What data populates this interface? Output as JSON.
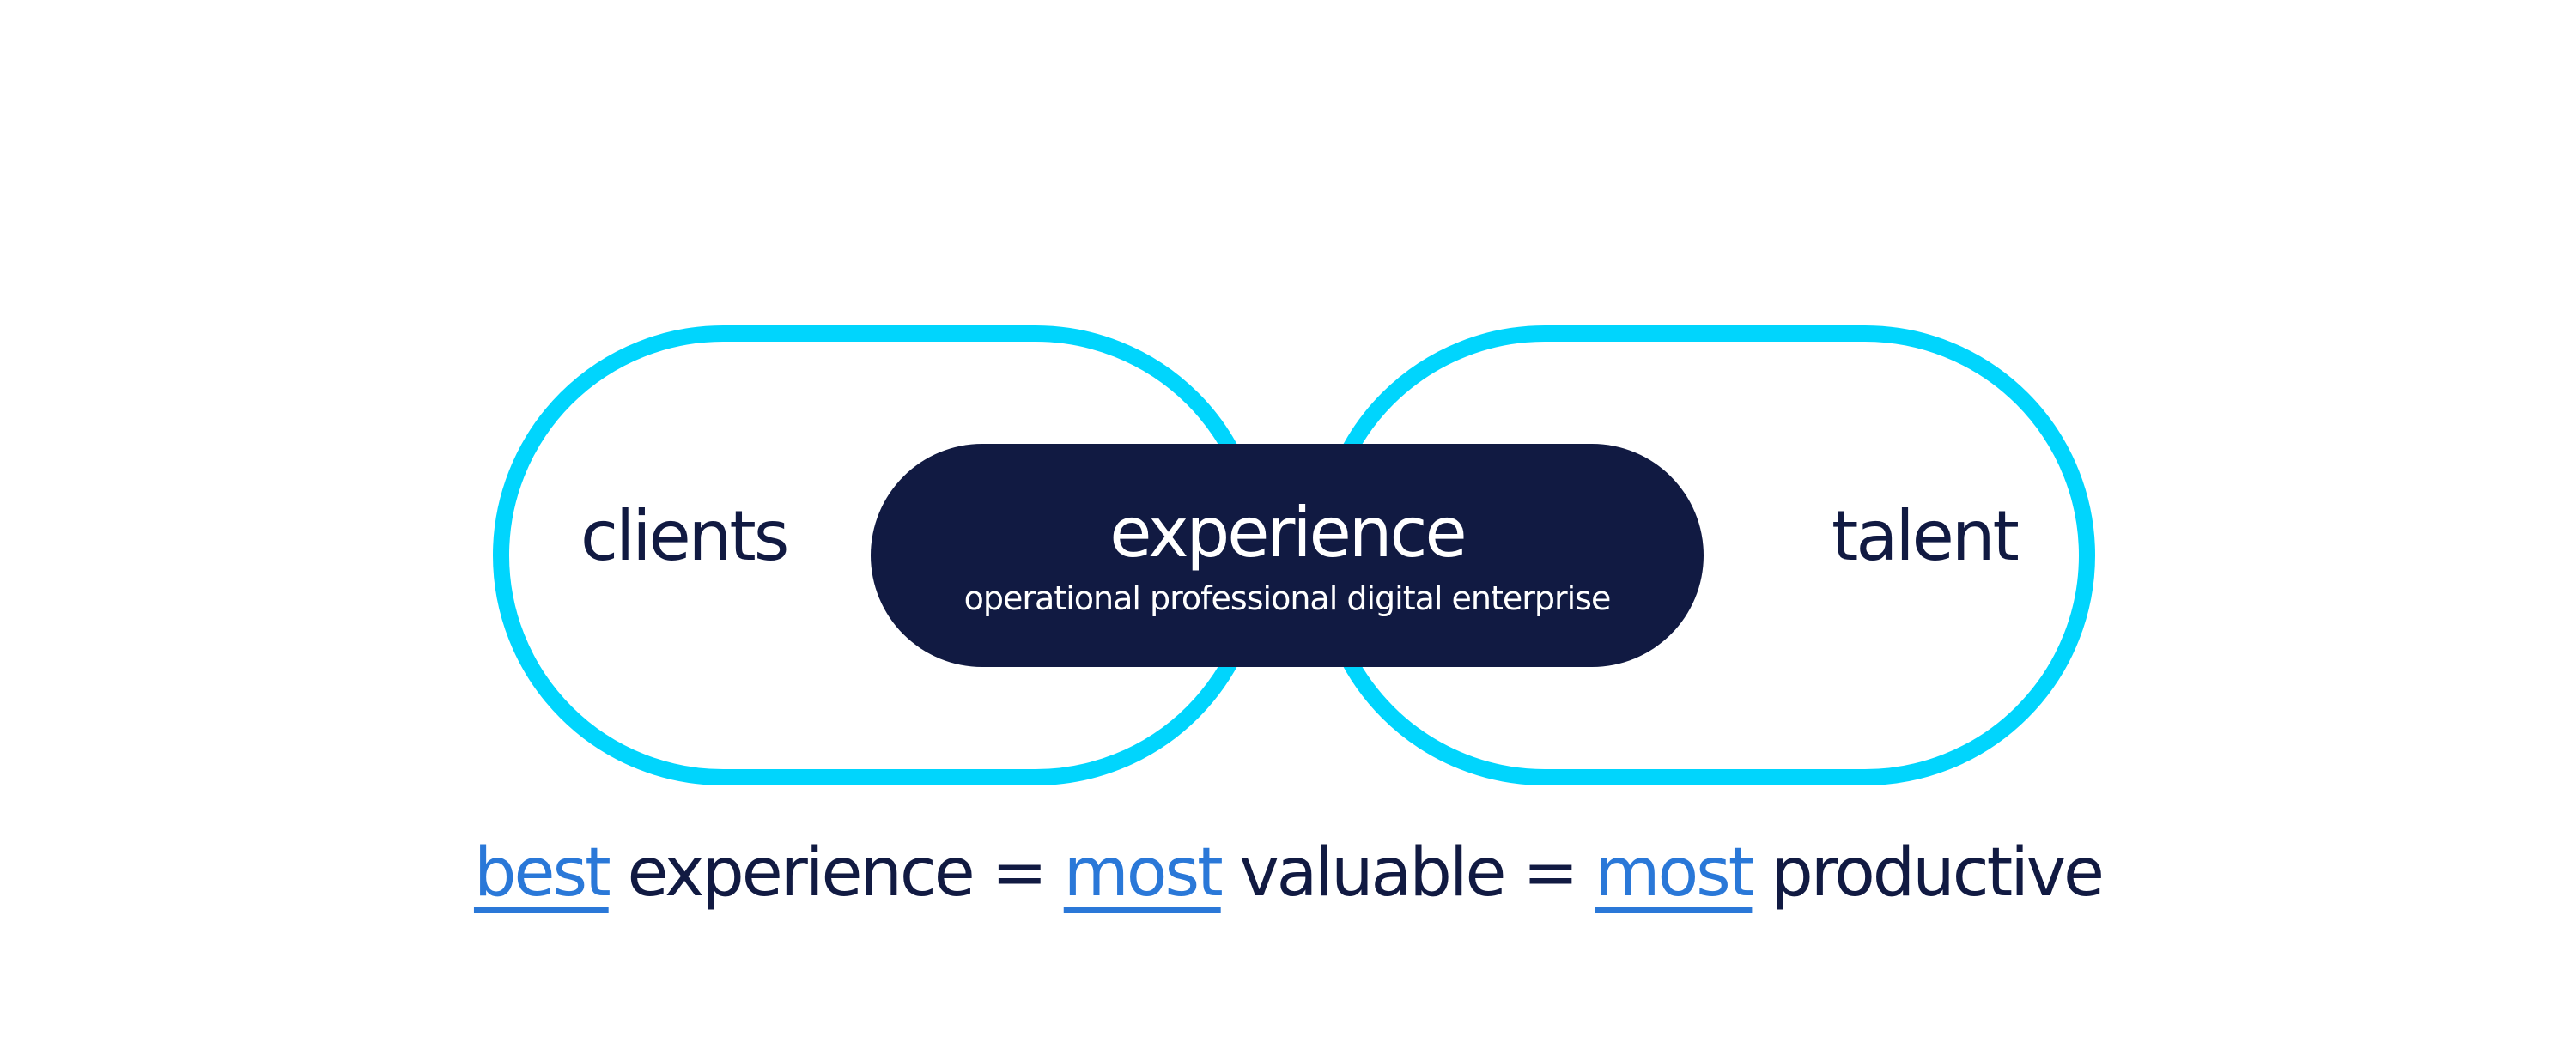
{
  "colors": {
    "ring": "#00d5fd",
    "core": "#111a42",
    "text": "#111a42",
    "highlight": "#2a78d8"
  },
  "left_label": "clients",
  "right_label": "talent",
  "center": {
    "title": "experience",
    "subtitle": "operational professional digital enterprise"
  },
  "tagline": {
    "w1": "best",
    "t1": " experience = ",
    "w2": "most",
    "t2": " valuable = ",
    "w3": "most",
    "t3": " productive"
  }
}
